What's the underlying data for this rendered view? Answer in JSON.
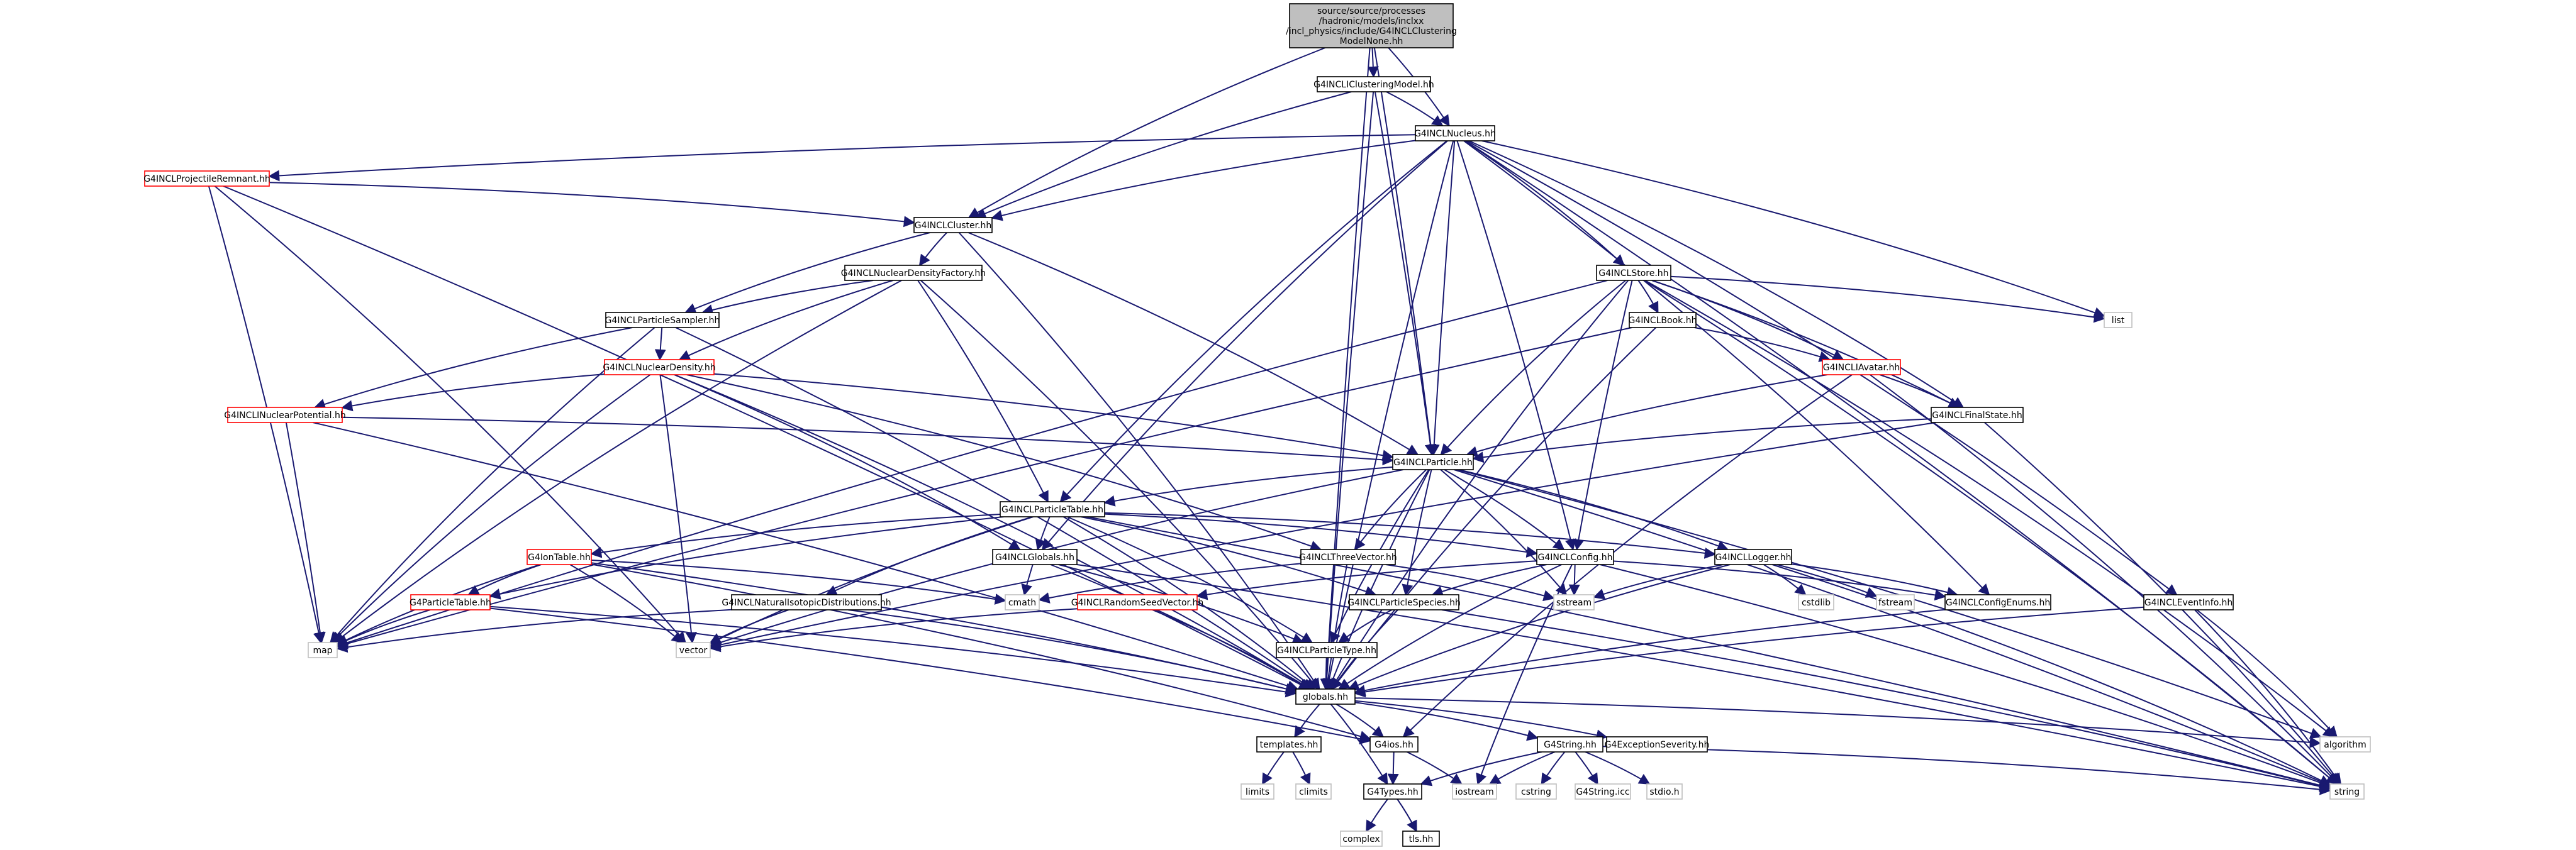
{
  "colors": {
    "edge": "#191970",
    "root_fill": "#bfbfbf",
    "red_border": "#ff0000",
    "grey_border": "#bfbfbf",
    "normal_border": "#000000"
  },
  "nodes": [
    {
      "id": "root",
      "lines": [
        "source/source/processes",
        "/hadronic/models/inclxx",
        "/incl_physics/include/G4INCLClustering",
        "ModelNone.hh"
      ],
      "style": "root"
    },
    {
      "id": "clusteringmodel",
      "lines": [
        "G4INCLIClusteringModel.hh"
      ],
      "style": "normal"
    },
    {
      "id": "nucleus",
      "lines": [
        "G4INCLNucleus.hh"
      ],
      "style": "normal"
    },
    {
      "id": "projrem",
      "lines": [
        "G4INCLProjectileRemnant.hh"
      ],
      "style": "red"
    },
    {
      "id": "cluster",
      "lines": [
        "G4INCLCluster.hh"
      ],
      "style": "normal"
    },
    {
      "id": "ndfactory",
      "lines": [
        "G4INCLNuclearDensityFactory.hh"
      ],
      "style": "normal"
    },
    {
      "id": "psampler",
      "lines": [
        "G4INCLParticleSampler.hh"
      ],
      "style": "normal"
    },
    {
      "id": "ndensity",
      "lines": [
        "G4INCLNuclearDensity.hh"
      ],
      "style": "red"
    },
    {
      "id": "npotential",
      "lines": [
        "G4INCLINuclearPotential.hh"
      ],
      "style": "red"
    },
    {
      "id": "store",
      "lines": [
        "G4INCLStore.hh"
      ],
      "style": "normal"
    },
    {
      "id": "book",
      "lines": [
        "G4INCLBook.hh"
      ],
      "style": "normal"
    },
    {
      "id": "iavatar",
      "lines": [
        "G4INCLIAvatar.hh"
      ],
      "style": "red"
    },
    {
      "id": "finalstate",
      "lines": [
        "G4INCLFinalState.hh"
      ],
      "style": "normal"
    },
    {
      "id": "list",
      "lines": [
        "list"
      ],
      "style": "grey"
    },
    {
      "id": "particle",
      "lines": [
        "G4INCLParticle.hh"
      ],
      "style": "normal"
    },
    {
      "id": "ptable",
      "lines": [
        "G4INCLParticleTable.hh"
      ],
      "style": "normal"
    },
    {
      "id": "iontable",
      "lines": [
        "G4IonTable.hh"
      ],
      "style": "red"
    },
    {
      "id": "g4ptable",
      "lines": [
        "G4ParticleTable.hh"
      ],
      "style": "red"
    },
    {
      "id": "natiso",
      "lines": [
        "G4INCLNaturalIsotopicDistributions.hh"
      ],
      "style": "normal"
    },
    {
      "id": "globals_incl",
      "lines": [
        "G4INCLGlobals.hh"
      ],
      "style": "normal"
    },
    {
      "id": "threevec",
      "lines": [
        "G4INCLThreeVector.hh"
      ],
      "style": "normal"
    },
    {
      "id": "config",
      "lines": [
        "G4INCLConfig.hh"
      ],
      "style": "normal"
    },
    {
      "id": "logger",
      "lines": [
        "G4INCLLogger.hh"
      ],
      "style": "normal"
    },
    {
      "id": "rseed",
      "lines": [
        "G4INCLRandomSeedVector.hh"
      ],
      "style": "red"
    },
    {
      "id": "pspecies",
      "lines": [
        "G4INCLParticleSpecies.hh"
      ],
      "style": "normal"
    },
    {
      "id": "ptype",
      "lines": [
        "G4INCLParticleType.hh"
      ],
      "style": "normal"
    },
    {
      "id": "configenums",
      "lines": [
        "G4INCLConfigEnums.hh"
      ],
      "style": "normal"
    },
    {
      "id": "eventinfo",
      "lines": [
        "G4INCLEventInfo.hh"
      ],
      "style": "normal"
    },
    {
      "id": "map",
      "lines": [
        "map"
      ],
      "style": "grey"
    },
    {
      "id": "vector",
      "lines": [
        "vector"
      ],
      "style": "grey"
    },
    {
      "id": "cmath",
      "lines": [
        "cmath"
      ],
      "style": "grey"
    },
    {
      "id": "sstream",
      "lines": [
        "sstream"
      ],
      "style": "grey"
    },
    {
      "id": "cstdlib",
      "lines": [
        "cstdlib"
      ],
      "style": "grey"
    },
    {
      "id": "fstream",
      "lines": [
        "fstream"
      ],
      "style": "grey"
    },
    {
      "id": "globals",
      "lines": [
        "globals.hh"
      ],
      "style": "normal"
    },
    {
      "id": "templates",
      "lines": [
        "templates.hh"
      ],
      "style": "normal"
    },
    {
      "id": "g4ios",
      "lines": [
        "G4ios.hh"
      ],
      "style": "normal"
    },
    {
      "id": "g4string",
      "lines": [
        "G4String.hh"
      ],
      "style": "normal"
    },
    {
      "id": "g4exc",
      "lines": [
        "G4ExceptionSeverity.hh"
      ],
      "style": "normal"
    },
    {
      "id": "algorithm",
      "lines": [
        "algorithm"
      ],
      "style": "grey"
    },
    {
      "id": "string",
      "lines": [
        "string"
      ],
      "style": "grey"
    },
    {
      "id": "limits",
      "lines": [
        "limits"
      ],
      "style": "grey"
    },
    {
      "id": "climits",
      "lines": [
        "climits"
      ],
      "style": "grey"
    },
    {
      "id": "g4types",
      "lines": [
        "G4Types.hh"
      ],
      "style": "normal"
    },
    {
      "id": "iostream",
      "lines": [
        "iostream"
      ],
      "style": "grey"
    },
    {
      "id": "cstring",
      "lines": [
        "cstring"
      ],
      "style": "grey"
    },
    {
      "id": "g4stringicc",
      "lines": [
        "G4String.icc"
      ],
      "style": "grey"
    },
    {
      "id": "stdioh",
      "lines": [
        "stdio.h"
      ],
      "style": "grey"
    },
    {
      "id": "complex",
      "lines": [
        "complex"
      ],
      "style": "grey"
    },
    {
      "id": "tlsh",
      "lines": [
        "tls.hh"
      ],
      "style": "normal"
    }
  ],
  "edges": [
    [
      "root",
      "clusteringmodel"
    ],
    [
      "root",
      "nucleus"
    ],
    [
      "root",
      "cluster"
    ],
    [
      "root",
      "particle"
    ],
    [
      "root",
      "globals"
    ],
    [
      "clusteringmodel",
      "nucleus"
    ],
    [
      "clusteringmodel",
      "cluster"
    ],
    [
      "clusteringmodel",
      "particle"
    ],
    [
      "clusteringmodel",
      "globals"
    ],
    [
      "nucleus",
      "projrem"
    ],
    [
      "nucleus",
      "cluster"
    ],
    [
      "nucleus",
      "store"
    ],
    [
      "nucleus",
      "finalstate"
    ],
    [
      "nucleus",
      "list"
    ],
    [
      "nucleus",
      "particle"
    ],
    [
      "nucleus",
      "ptable"
    ],
    [
      "nucleus",
      "globals_incl"
    ],
    [
      "nucleus",
      "config"
    ],
    [
      "nucleus",
      "configenums"
    ],
    [
      "nucleus",
      "eventinfo"
    ],
    [
      "nucleus",
      "globals"
    ],
    [
      "nucleus",
      "string"
    ],
    [
      "projrem",
      "cluster"
    ],
    [
      "projrem",
      "map"
    ],
    [
      "projrem",
      "vector"
    ],
    [
      "projrem",
      "globals"
    ],
    [
      "cluster",
      "particle"
    ],
    [
      "cluster",
      "ndfactory"
    ],
    [
      "cluster",
      "psampler"
    ],
    [
      "cluster",
      "globals"
    ],
    [
      "ndfactory",
      "ndensity"
    ],
    [
      "ndfactory",
      "psampler"
    ],
    [
      "ndfactory",
      "ptable"
    ],
    [
      "ndfactory",
      "map"
    ],
    [
      "ndfactory",
      "globals"
    ],
    [
      "psampler",
      "ndensity"
    ],
    [
      "psampler",
      "npotential"
    ],
    [
      "psampler",
      "globals"
    ],
    [
      "psampler",
      "map"
    ],
    [
      "ndensity",
      "npotential"
    ],
    [
      "ndensity",
      "particle"
    ],
    [
      "ndensity",
      "threevec"
    ],
    [
      "ndensity",
      "globals_incl"
    ],
    [
      "ndensity",
      "map"
    ],
    [
      "ndensity",
      "vector"
    ],
    [
      "ndensity",
      "globals"
    ],
    [
      "npotential",
      "particle"
    ],
    [
      "npotential",
      "map"
    ],
    [
      "npotential",
      "globals"
    ],
    [
      "store",
      "book"
    ],
    [
      "store",
      "iavatar"
    ],
    [
      "store",
      "particle"
    ],
    [
      "store",
      "finalstate"
    ],
    [
      "store",
      "list"
    ],
    [
      "store",
      "map"
    ],
    [
      "store",
      "config"
    ],
    [
      "store",
      "globals"
    ],
    [
      "store",
      "algorithm"
    ],
    [
      "store",
      "string"
    ],
    [
      "book",
      "iavatar"
    ],
    [
      "book",
      "map"
    ],
    [
      "book",
      "globals"
    ],
    [
      "iavatar",
      "particle"
    ],
    [
      "iavatar",
      "finalstate"
    ],
    [
      "iavatar",
      "g4ios"
    ],
    [
      "iavatar",
      "string"
    ],
    [
      "finalstate",
      "particle"
    ],
    [
      "finalstate",
      "vector"
    ],
    [
      "finalstate",
      "string"
    ],
    [
      "particle",
      "ptable"
    ],
    [
      "particle",
      "threevec"
    ],
    [
      "particle",
      "config"
    ],
    [
      "particle",
      "logger"
    ],
    [
      "particle",
      "pspecies"
    ],
    [
      "particle",
      "ptype"
    ],
    [
      "particle",
      "globals"
    ],
    [
      "particle",
      "vector"
    ],
    [
      "particle",
      "sstream"
    ],
    [
      "particle",
      "algorithm"
    ],
    [
      "particle",
      "string"
    ],
    [
      "ptable",
      "iontable"
    ],
    [
      "ptable",
      "g4ptable"
    ],
    [
      "ptable",
      "natiso"
    ],
    [
      "ptable",
      "globals_incl"
    ],
    [
      "ptable",
      "config"
    ],
    [
      "ptable",
      "logger"
    ],
    [
      "ptable",
      "pspecies"
    ],
    [
      "ptable",
      "ptype"
    ],
    [
      "ptable",
      "vector"
    ],
    [
      "ptable",
      "globals"
    ],
    [
      "ptable",
      "string"
    ],
    [
      "iontable",
      "g4ptable"
    ],
    [
      "iontable",
      "map"
    ],
    [
      "iontable",
      "vector"
    ],
    [
      "iontable",
      "cmath"
    ],
    [
      "iontable",
      "globals"
    ],
    [
      "iontable",
      "g4ios"
    ],
    [
      "g4ptable",
      "map"
    ],
    [
      "g4ptable",
      "globals"
    ],
    [
      "g4ptable",
      "g4ios"
    ],
    [
      "natiso",
      "map"
    ],
    [
      "natiso",
      "vector"
    ],
    [
      "natiso",
      "globals"
    ],
    [
      "globals_incl",
      "cmath"
    ],
    [
      "globals_incl",
      "ptype"
    ],
    [
      "globals_incl",
      "globals"
    ],
    [
      "globals_incl",
      "string"
    ],
    [
      "threevec",
      "sstream"
    ],
    [
      "threevec",
      "cmath"
    ],
    [
      "threevec",
      "globals"
    ],
    [
      "config",
      "pspecies"
    ],
    [
      "config",
      "configenums"
    ],
    [
      "config",
      "rseed"
    ],
    [
      "config",
      "sstream"
    ],
    [
      "config",
      "iostream"
    ],
    [
      "config",
      "globals"
    ],
    [
      "config",
      "string"
    ],
    [
      "logger",
      "sstream"
    ],
    [
      "logger",
      "cstdlib"
    ],
    [
      "logger",
      "fstream"
    ],
    [
      "logger",
      "configenums"
    ],
    [
      "logger",
      "globals"
    ],
    [
      "logger",
      "string"
    ],
    [
      "rseed",
      "vector"
    ],
    [
      "rseed",
      "globals"
    ],
    [
      "pspecies",
      "ptype"
    ],
    [
      "pspecies",
      "globals"
    ],
    [
      "pspecies",
      "string"
    ],
    [
      "ptype",
      "globals"
    ],
    [
      "configenums",
      "globals"
    ],
    [
      "eventinfo",
      "globals"
    ],
    [
      "eventinfo",
      "algorithm"
    ],
    [
      "eventinfo",
      "string"
    ],
    [
      "globals",
      "templates"
    ],
    [
      "globals",
      "g4ios"
    ],
    [
      "globals",
      "g4string"
    ],
    [
      "globals",
      "g4exc"
    ],
    [
      "globals",
      "g4types"
    ],
    [
      "globals",
      "algorithm"
    ],
    [
      "templates",
      "limits"
    ],
    [
      "templates",
      "climits"
    ],
    [
      "g4ios",
      "g4types"
    ],
    [
      "g4ios",
      "iostream"
    ],
    [
      "g4string",
      "g4types"
    ],
    [
      "g4string",
      "iostream"
    ],
    [
      "g4string",
      "cstring"
    ],
    [
      "g4string",
      "g4stringicc"
    ],
    [
      "g4string",
      "stdioh"
    ],
    [
      "g4string",
      "string"
    ],
    [
      "g4types",
      "complex"
    ],
    [
      "g4types",
      "tlsh"
    ]
  ]
}
